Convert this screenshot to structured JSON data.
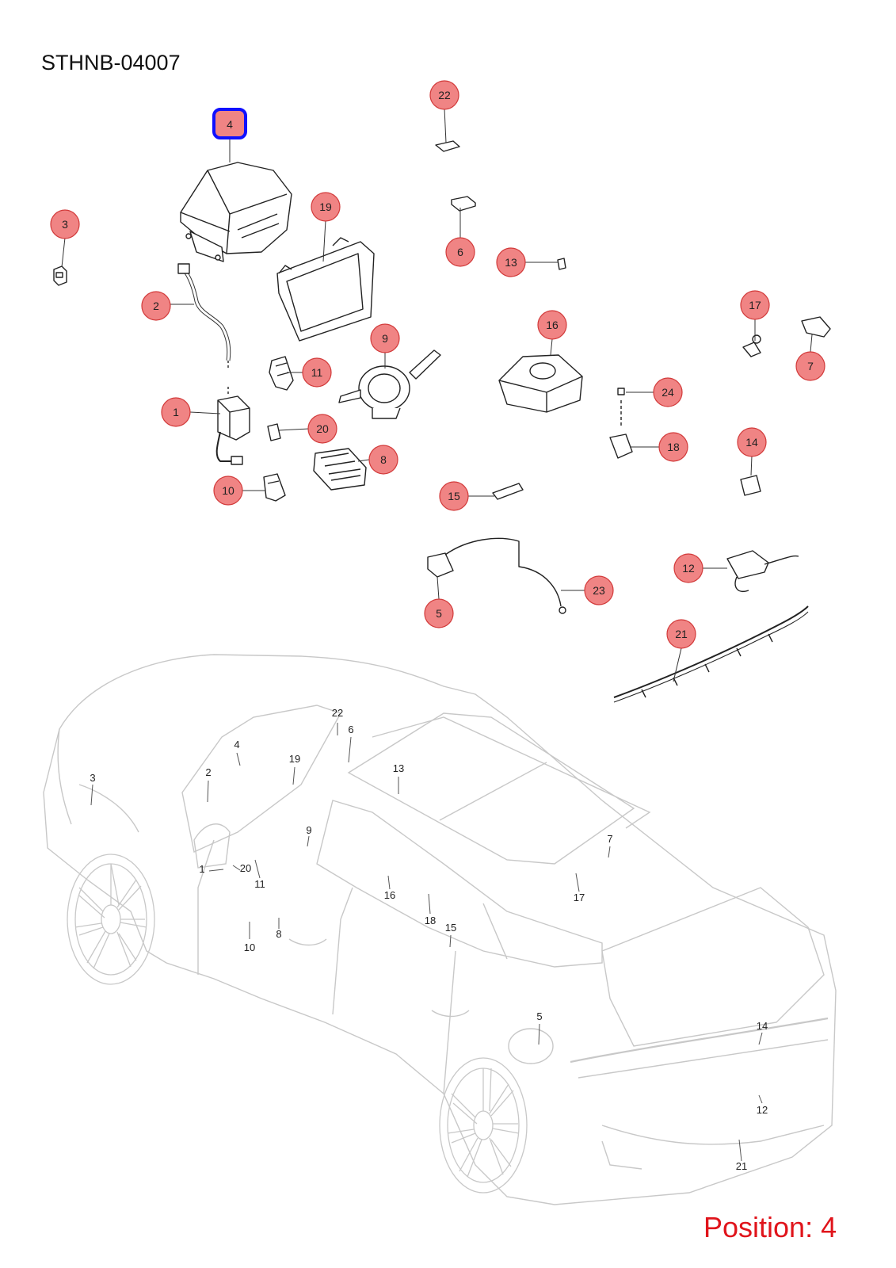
{
  "header": {
    "code": "STHNB-04007"
  },
  "footer": {
    "position_text": "Position: 4"
  },
  "colors": {
    "callout_fill": "#f08484",
    "callout_stroke": "#d23a3a",
    "selected_stroke": "#1010ff",
    "line": "#333333",
    "car_line": "#c8c8c8",
    "position_text": "#e0141b"
  },
  "selected_part": "4",
  "callouts": [
    "22",
    "4",
    "19",
    "3",
    "6",
    "13",
    "2",
    "17",
    "9",
    "16",
    "7",
    "11",
    "24",
    "1",
    "20",
    "8",
    "18",
    "14",
    "10",
    "15",
    "12",
    "23",
    "5",
    "21"
  ],
  "car_labels": [
    "22",
    "6",
    "4",
    "19",
    "13",
    "3",
    "2",
    "9",
    "7",
    "1",
    "20",
    "11",
    "17",
    "16",
    "18",
    "15",
    "10",
    "8",
    "5",
    "14",
    "12",
    "21"
  ]
}
